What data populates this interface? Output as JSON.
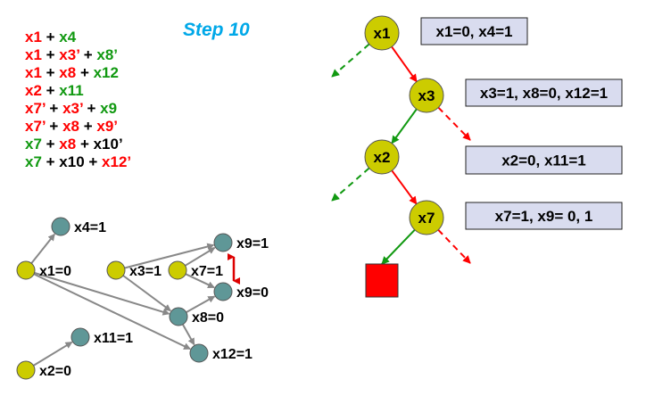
{
  "title": "Step 10",
  "colors": {
    "red": "#ff0000",
    "green": "#119911",
    "black": "#000000",
    "node_yellow": "#cccc00",
    "node_teal": "#5f9797",
    "box_fill": "#d9dcef",
    "edge_gray": "#888888"
  },
  "clauses": [
    [
      {
        "t": "x1",
        "c": "red"
      },
      {
        "t": " + ",
        "c": "black"
      },
      {
        "t": "x4",
        "c": "green"
      }
    ],
    [
      {
        "t": "x1",
        "c": "red"
      },
      {
        "t": " + ",
        "c": "black"
      },
      {
        "t": "x3’",
        "c": "red"
      },
      {
        "t": " + ",
        "c": "black"
      },
      {
        "t": "x8’",
        "c": "green"
      }
    ],
    [
      {
        "t": "x1",
        "c": "red"
      },
      {
        "t": " + ",
        "c": "black"
      },
      {
        "t": "x8",
        "c": "red"
      },
      {
        "t": " + ",
        "c": "black"
      },
      {
        "t": "x12",
        "c": "green"
      }
    ],
    [
      {
        "t": "x2",
        "c": "red"
      },
      {
        "t": " + ",
        "c": "black"
      },
      {
        "t": "x11",
        "c": "green"
      }
    ],
    [
      {
        "t": "x7’",
        "c": "red"
      },
      {
        "t": " + ",
        "c": "black"
      },
      {
        "t": "x3’",
        "c": "red"
      },
      {
        "t": " + ",
        "c": "black"
      },
      {
        "t": "x9",
        "c": "green"
      }
    ],
    [
      {
        "t": "x7’",
        "c": "red"
      },
      {
        "t": " + ",
        "c": "black"
      },
      {
        "t": "x8",
        "c": "red"
      },
      {
        "t": " + ",
        "c": "black"
      },
      {
        "t": "x9’",
        "c": "red"
      }
    ],
    [
      {
        "t": "x7",
        "c": "green"
      },
      {
        "t": " + ",
        "c": "black"
      },
      {
        "t": "x8",
        "c": "red"
      },
      {
        "t": " + ",
        "c": "black"
      },
      {
        "t": "x10’",
        "c": "black"
      }
    ],
    [
      {
        "t": "x7",
        "c": "green"
      },
      {
        "t": " + ",
        "c": "black"
      },
      {
        "t": "x10",
        "c": "black"
      },
      {
        "t": " + ",
        "c": "black"
      },
      {
        "t": "x12’",
        "c": "red"
      }
    ]
  ],
  "implication_graph": {
    "nodes": [
      {
        "id": "x4",
        "label": "x4=1",
        "kind": "implied"
      },
      {
        "id": "x1",
        "label": "x1=0",
        "kind": "decision"
      },
      {
        "id": "x3",
        "label": "x3=1",
        "kind": "decision"
      },
      {
        "id": "x7",
        "label": "x7=1",
        "kind": "decision"
      },
      {
        "id": "x9a",
        "label": "x9=1",
        "kind": "implied"
      },
      {
        "id": "x9b",
        "label": "x9=0",
        "kind": "implied"
      },
      {
        "id": "x8",
        "label": "x8=0",
        "kind": "implied"
      },
      {
        "id": "x11",
        "label": "x11=1",
        "kind": "implied"
      },
      {
        "id": "x12",
        "label": "x12=1",
        "kind": "implied"
      },
      {
        "id": "x2",
        "label": "x2=0",
        "kind": "decision"
      }
    ],
    "edges": [
      [
        "x1",
        "x4"
      ],
      [
        "x1",
        "x8"
      ],
      [
        "x1",
        "x12"
      ],
      [
        "x3",
        "x9a"
      ],
      [
        "x3",
        "x8"
      ],
      [
        "x7",
        "x9a"
      ],
      [
        "x7",
        "x9b"
      ],
      [
        "x8",
        "x9b"
      ],
      [
        "x8",
        "x12"
      ],
      [
        "x2",
        "x11"
      ]
    ],
    "conflict": [
      "x9a",
      "x9b"
    ]
  },
  "decision_tree": {
    "nodes": [
      {
        "id": "x1",
        "label": "x1"
      },
      {
        "id": "x3",
        "label": "x3"
      },
      {
        "id": "x2",
        "label": "x2"
      },
      {
        "id": "x7",
        "label": "x7"
      }
    ],
    "assignments": [
      "x1=0, x4=1",
      "x3=1, x8=0, x12=1",
      "x2=0, x11=1",
      "x7=1, x9= 0, 1"
    ],
    "conflict_marker": "red-square"
  }
}
